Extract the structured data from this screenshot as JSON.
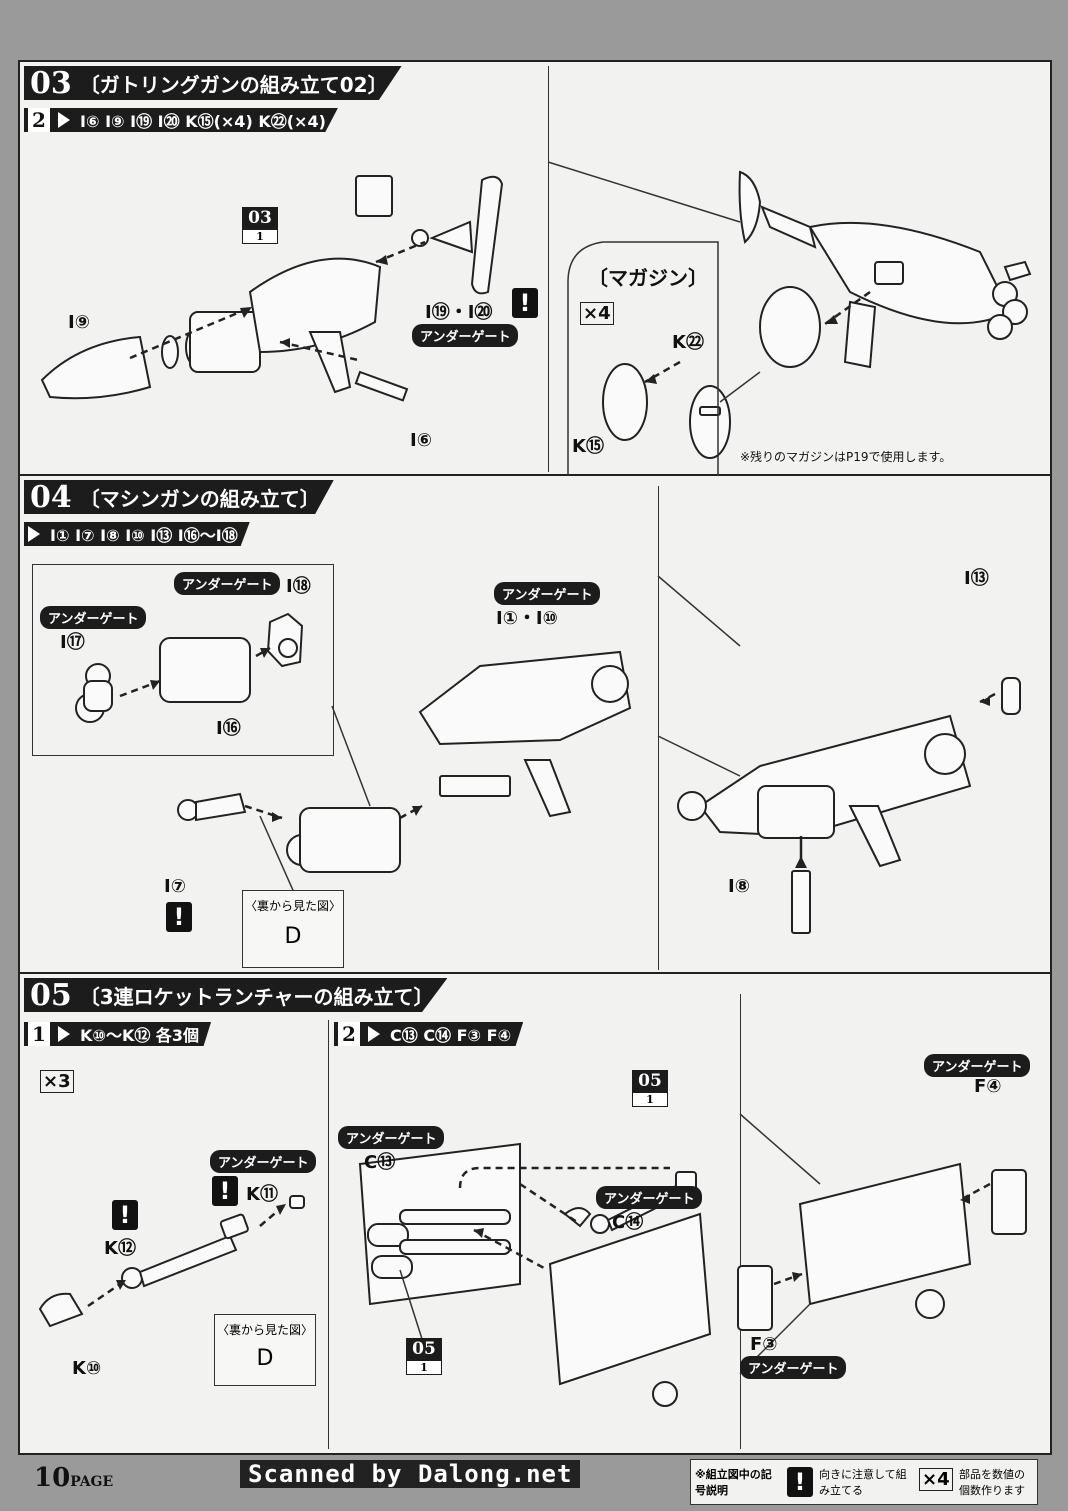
{
  "page": {
    "number": "10",
    "suffix": "PAGE",
    "scan_credit": "Scanned by Dalong.net"
  },
  "sec03": {
    "num": "03",
    "title": "〔ガトリングガンの組み立て02〕",
    "step": "2",
    "parts": "I⑥ I⑨ I⑲ I⑳ K⑮(×4) K㉒(×4)",
    "ref_top": "03",
    "ref_bot": "1",
    "lbl_i9": "I⑨",
    "lbl_i6": "I⑥",
    "lbl_i19_20": "I⑲・I⑳",
    "gate": "アンダーゲート",
    "magazine_title": "〔マガジン〕",
    "x4": "×4",
    "lbl_k22": "K㉒",
    "lbl_k15": "K⑮",
    "note": "※残りのマガジンはP19で使用します。"
  },
  "sec04": {
    "num": "04",
    "title": "〔マシンガンの組み立て〕",
    "parts": "I① I⑦ I⑧ I⑩ I⑬ I⑯〜I⑱",
    "gate": "アンダーゲート",
    "lbl_i18": "I⑱",
    "lbl_i17": "I⑰",
    "lbl_i16": "I⑯",
    "lbl_i1_10": "I①・I⑩",
    "lbl_i7": "I⑦",
    "lbl_i13": "I⑬",
    "lbl_i8": "I⑧",
    "back_view": "〈裏から見た図〉"
  },
  "sec05": {
    "num": "05",
    "title": "〔3連ロケットランチャーの組み立て〕",
    "step1": "1",
    "parts1": "K⑩〜K⑫ 各3個",
    "step2": "2",
    "parts2": "C⑬ C⑭ F③ F④",
    "x3": "×3",
    "gate": "アンダーゲート",
    "lbl_k11": "K⑪",
    "lbl_k12": "K⑫",
    "lbl_k10": "K⑩",
    "back_view": "〈裏から見た図〉",
    "lbl_c13": "C⑬",
    "lbl_c14": "C⑭",
    "lbl_f3": "F③",
    "lbl_f4": "F④",
    "ref_top": "05",
    "ref_bot": "1"
  },
  "legend": {
    "title": "※組立図中の記号説明",
    "warn_text": "向きに注意して組み立てる",
    "mult": "×4",
    "mult_text": "部品を数値の個数作ります"
  }
}
